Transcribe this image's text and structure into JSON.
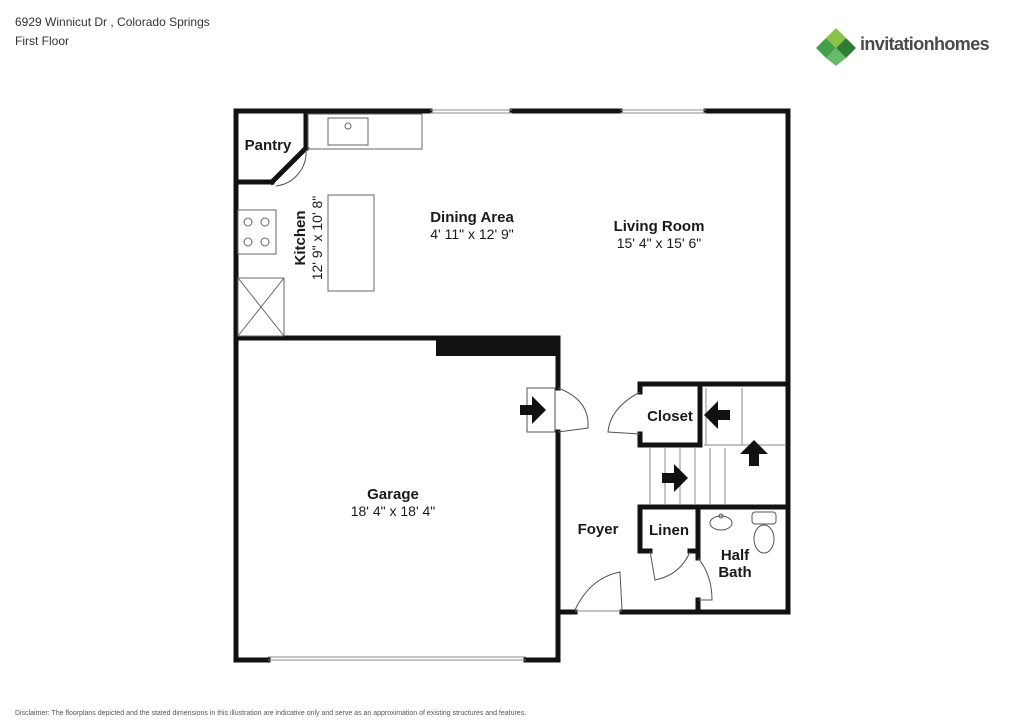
{
  "header": {
    "address": "6929 Winnicut Dr , Colorado Springs",
    "floor": "First Floor"
  },
  "brand": {
    "name": "invitationhomes",
    "colors": {
      "green_dark": "#2e7d32",
      "green_light": "#8bc34a",
      "text": "#4a4a4a"
    }
  },
  "rooms": {
    "pantry": {
      "name": "Pantry"
    },
    "kitchen": {
      "name": "Kitchen",
      "dims": "12' 9\" x 10' 8\""
    },
    "dining": {
      "name": "Dining Area",
      "dims": "4' 11\" x 12' 9\""
    },
    "living": {
      "name": "Living Room",
      "dims": "15' 4\" x 15' 6\""
    },
    "garage": {
      "name": "Garage",
      "dims": "18' 4\" x 18' 4\""
    },
    "closet": {
      "name": "Closet"
    },
    "foyer": {
      "name": "Foyer"
    },
    "linen": {
      "name": "Linen"
    },
    "half_bath": {
      "line1": "Half",
      "line2": "Bath"
    }
  },
  "disclaimer": "Disclaimer: The floorplans depicted and the stated dimensions in this illustration are indicative only and serve as an approximation of existing structures and features."
}
